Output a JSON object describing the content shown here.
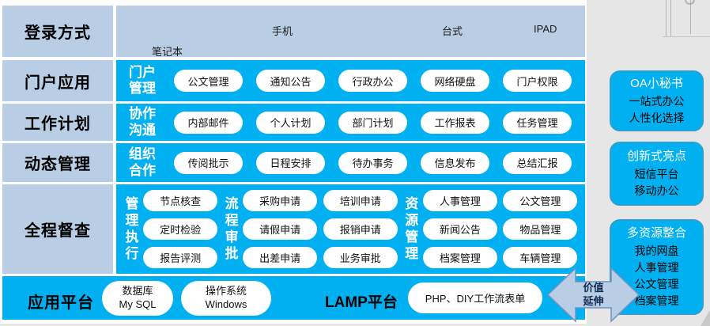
{
  "colors": {
    "panel_blue": "#00b0f0",
    "cell_blue": "#b9cde4",
    "page_bg": "#e7e6e6"
  },
  "login_row": {
    "label": "登录方式",
    "devices": {
      "laptop": "笔记本",
      "mobile": "手机",
      "desktop": "台式",
      "ipad": "IPAD"
    }
  },
  "portal_row": {
    "label": "门户应用",
    "group_line1": "门户",
    "group_line2": "管理",
    "pills": [
      "公文管理",
      "通知公告",
      "行政办公",
      "网络硬盘",
      "门户权限"
    ]
  },
  "plan_row": {
    "label": "工作计划",
    "group_line1": "协作",
    "group_line2": "沟通",
    "pills": [
      "内部邮件",
      "个人计划",
      "部门计划",
      "工作报表",
      "任务管理"
    ]
  },
  "dynamic_row": {
    "label": "动态管理",
    "group_line1": "组织",
    "group_line2": "合作",
    "pills": [
      "传阅批示",
      "日程安排",
      "待办事务",
      "信息发布",
      "总结汇报"
    ]
  },
  "supervision_row": {
    "label": "全程督查",
    "vlabels": [
      "管理执行",
      "流程审批",
      "资源管理"
    ],
    "col1": [
      "节点核查",
      "定时检验",
      "报告评测"
    ],
    "col2": [
      "采购申请",
      "请假申请",
      "出差申请"
    ],
    "col3": [
      "培训申请",
      "报销申请",
      "业务审批"
    ],
    "col4": [
      "人事管理",
      "新闻公告",
      "档案管理"
    ],
    "col5": [
      "公文管理",
      "物品管理",
      "车辆管理"
    ]
  },
  "platform_row": {
    "label": "应用平台",
    "db_pill_line1": "数据库",
    "db_pill_line2": "My SQL",
    "os_pill_line1": "操作系统",
    "os_pill_line2": "Windows",
    "lamp_label": "LAMP平台",
    "php_pill": "PHP、DIY工作流表单"
  },
  "side_boxes": [
    {
      "title": "OA小秘书",
      "lines": [
        "一站式办公",
        "人性化选择"
      ]
    },
    {
      "title": "创新式亮点",
      "lines": [
        "短信平台",
        "移动办公"
      ]
    },
    {
      "title": "多资源整合",
      "lines": [
        "我的网盘",
        "人事管理",
        "公文管理",
        "档案管理"
      ]
    }
  ],
  "value_arrow": {
    "line1": "价值",
    "line2": "延伸"
  }
}
